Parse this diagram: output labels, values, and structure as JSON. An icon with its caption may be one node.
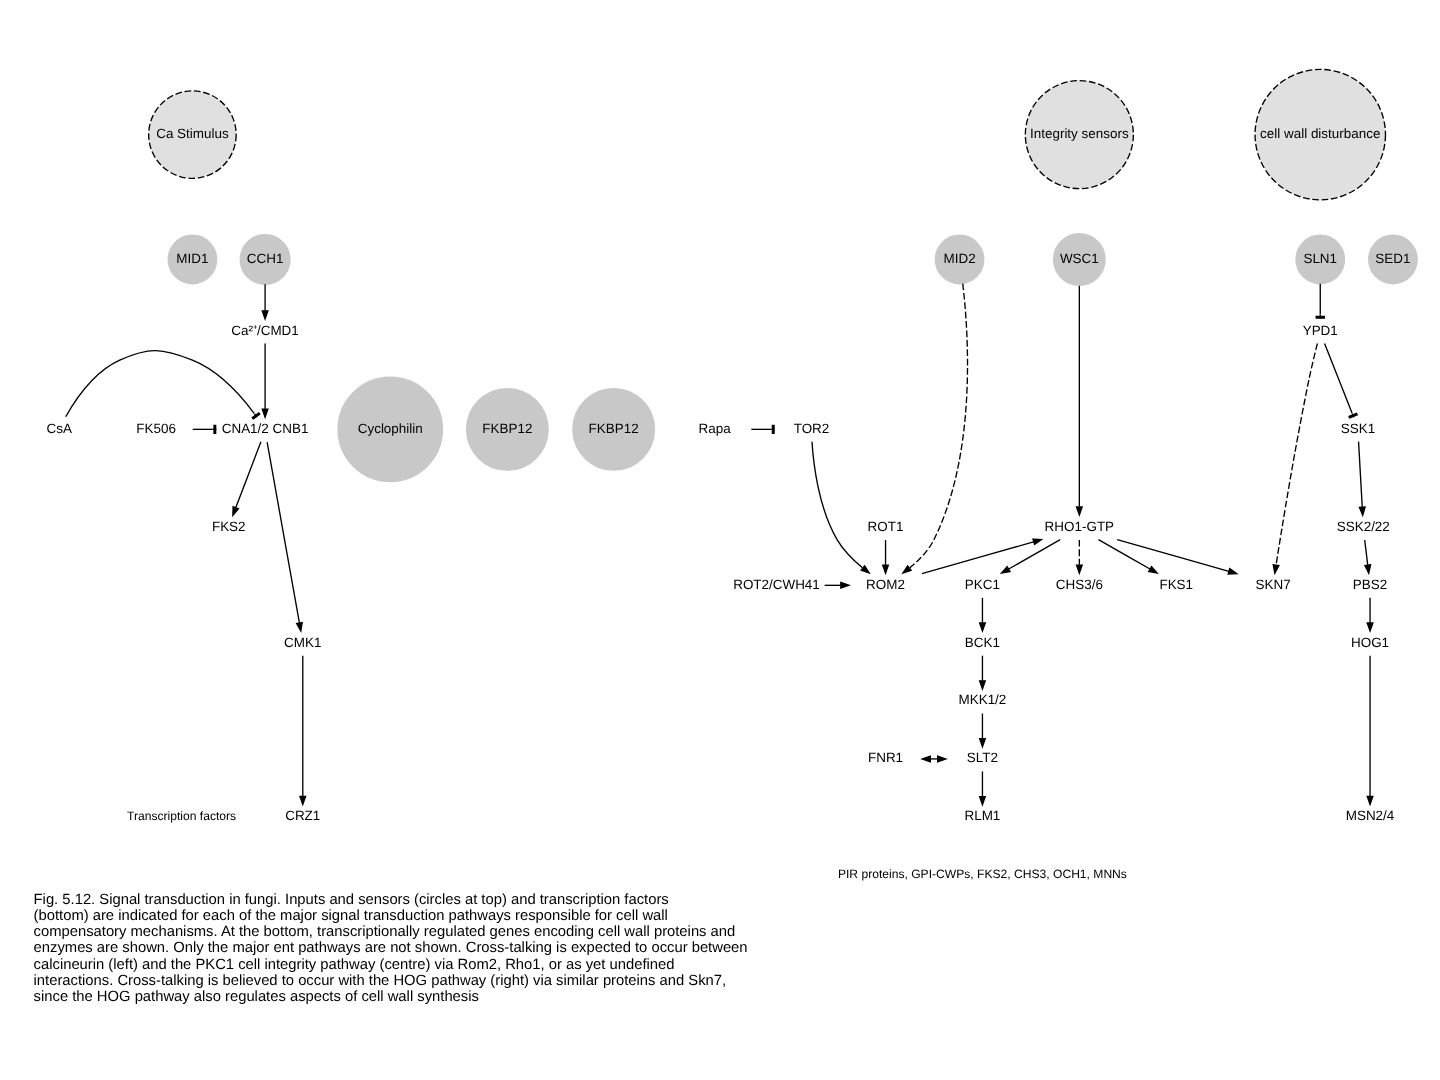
{
  "diagram": {
    "caption": "Fig. 5.12. Signal transduction in fungi. Inputs and sensors (circles at top) and transcription factors (bottom) are indicated for each of the major signal transduction pathways responsible for cell wall compensatory mechanisms. At the bottom, transcriptionally regulated genes encoding cell wall proteins and enzymes are shown. Only the major ent pathways are not shown. Cross-talking is expected to occur between calcineurin (left) and the PKC1 cell integrity pathway (centre) via Rom2, Rho1, or as yet undefined interactions. Cross-talking is believed to occur with the HOG pathway (right) via similar proteins and Skn7, since the HOG pathway also regulates aspects of cell wall synthesis",
    "nodes": [
      {
        "text": [
          "Ca Stimulus"
        ]
      },
      {
        "text": [
          "MID1"
        ]
      },
      {
        "text": [
          "CCH1"
        ]
      },
      {
        "text": [
          "Ca²⁺/CMD1"
        ]
      },
      {
        "text": [
          "Cyclophilin"
        ]
      },
      {
        "text": [
          "CsA"
        ]
      },
      {
        "text": [
          "CNA1/2 CNB1"
        ]
      },
      {
        "text": [
          "FK506"
        ]
      },
      {
        "text": [
          "FKBP12"
        ]
      },
      {
        "text": [
          "FKBP12"
        ]
      },
      {
        "text": [
          "Rapa"
        ]
      },
      {
        "text": [
          "TOR2"
        ]
      },
      {
        "text": [
          "FKS2"
        ]
      },
      {
        "text": [
          "CMK1"
        ]
      },
      {
        "text": [
          "CRZ1"
        ]
      },
      {
        "text": [
          "ROT1"
        ]
      },
      {
        "text": [
          "ROM2"
        ]
      },
      {
        "text": [
          "ROT2/CWH41"
        ]
      },
      {
        "text": [
          "Integrity sensors"
        ]
      },
      {
        "text": [
          "MID2"
        ]
      },
      {
        "text": [
          "WSC1"
        ]
      },
      {
        "text": [
          "SED1"
        ]
      },
      {
        "text": [
          "RHO1-GTP"
        ]
      },
      {
        "text": [
          "FKS1"
        ]
      },
      {
        "text": [
          "PKC1"
        ]
      },
      {
        "text": [
          "CHS3/6"
        ]
      },
      {
        "text": [
          "BCK1"
        ]
      },
      {
        "text": [
          "MKK1/2"
        ]
      },
      {
        "text": [
          "FNR1"
        ]
      },
      {
        "text": [
          "SLT2"
        ]
      },
      {
        "text": [
          "RLM1"
        ]
      },
      {
        "text": [
          "SKN7"
        ]
      },
      {
        "text": [
          "cell wall disturbance"
        ]
      },
      {
        "text": [
          "SLN1"
        ]
      },
      {
        "text": [
          "YPD1"
        ]
      },
      {
        "text": [
          "SSK1"
        ]
      },
      {
        "text": [
          "SSK2/22"
        ]
      },
      {
        "text": [
          "PBS2"
        ]
      },
      {
        "text": [
          "HOG1"
        ]
      },
      {
        "text": [
          "MSN2/4"
        ]
      }
    ],
    "edges": [
      {
        "from": 2,
        "to": 3,
        "arrow": "to"
      },
      {
        "from": 3,
        "to": 6,
        "arrow": "to"
      },
      {
        "from": 5,
        "to": 6,
        "arrow": "other"
      },
      {
        "from": 7,
        "to": 6,
        "arrow": "other"
      },
      {
        "from": 10,
        "to": 11,
        "arrow": "other"
      },
      {
        "from": 6,
        "to": 12,
        "arrow": "to"
      },
      {
        "from": 6,
        "to": 13,
        "arrow": "to"
      },
      {
        "from": 13,
        "to": 14,
        "arrow": "to"
      },
      {
        "from": 11,
        "to": 16,
        "arrow": "to"
      },
      {
        "from": 15,
        "to": 16,
        "arrow": "to"
      },
      {
        "from": 17,
        "to": 16,
        "arrow": "to"
      },
      {
        "from": 19,
        "to": 16,
        "arrow": "to",
        "style": "dashed"
      },
      {
        "from": 20,
        "to": 22,
        "arrow": "to"
      },
      {
        "from": 16,
        "to": 22,
        "arrow": "to"
      },
      {
        "from": 22,
        "to": 23,
        "arrow": "to"
      },
      {
        "from": 22,
        "to": 25,
        "arrow": "to",
        "style": "dashed"
      },
      {
        "from": 22,
        "to": 24,
        "arrow": "to"
      },
      {
        "from": 22,
        "to": 31,
        "arrow": "to"
      },
      {
        "from": 24,
        "to": 26,
        "arrow": "to"
      },
      {
        "from": 26,
        "to": 27,
        "arrow": "to"
      },
      {
        "from": 27,
        "to": 29,
        "arrow": "to"
      },
      {
        "from": 28,
        "to": 29,
        "arrow": "both"
      },
      {
        "from": 29,
        "to": 30,
        "arrow": "to"
      },
      {
        "from": 33,
        "to": 34,
        "arrow": "other"
      },
      {
        "from": 34,
        "to": 35,
        "arrow": "other"
      },
      {
        "from": 35,
        "to": 36,
        "arrow": "to"
      },
      {
        "from": 36,
        "to": 37,
        "arrow": "to"
      },
      {
        "from": 37,
        "to": 38,
        "arrow": "to"
      },
      {
        "from": 38,
        "to": 39,
        "arrow": "to"
      },
      {
        "from": 34,
        "to": 31,
        "arrow": "to",
        "style": "dashed"
      }
    ],
    "labels": [
      "Transcription factors",
      "PIR proteins, GPI-CWPs, FKS2, CHS3, OCH1, MNNs"
    ]
  }
}
